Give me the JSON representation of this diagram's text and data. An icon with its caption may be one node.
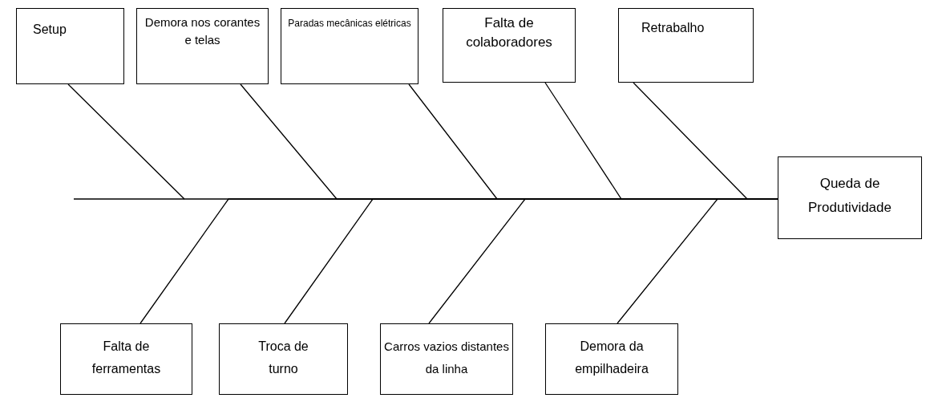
{
  "diagram": {
    "nodes": [
      {
        "text": [
          "Setup"
        ]
      },
      {
        "text": [
          "Demora nos corantes e telas"
        ]
      },
      {
        "text": [
          "Paradas mecânicas elétricas"
        ]
      },
      {
        "text": [
          "Falta de colaboradores"
        ]
      },
      {
        "text": [
          "Retrabalho"
        ]
      },
      {
        "text": [
          "Queda de Produtividade"
        ]
      },
      {
        "text": [
          "Falta de ferramentas"
        ]
      },
      {
        "text": [
          "Troca de turno"
        ]
      },
      {
        "text": [
          "Carros vazios distantes da linha"
        ]
      },
      {
        "text": [
          "Demora da empilhadeira"
        ]
      }
    ],
    "edges": [
      {
        "from": 0,
        "to": 5,
        "arrow": "none"
      },
      {
        "from": 1,
        "to": 5,
        "arrow": "none"
      },
      {
        "from": 2,
        "to": 5,
        "arrow": "none"
      },
      {
        "from": 3,
        "to": 5,
        "arrow": "none"
      },
      {
        "from": 4,
        "to": 5,
        "arrow": "none"
      },
      {
        "from": 6,
        "to": 5,
        "arrow": "none"
      },
      {
        "from": 7,
        "to": 5,
        "arrow": "none"
      },
      {
        "from": 8,
        "to": 5,
        "arrow": "none"
      },
      {
        "from": 9,
        "to": 5,
        "arrow": "none"
      }
    ]
  }
}
